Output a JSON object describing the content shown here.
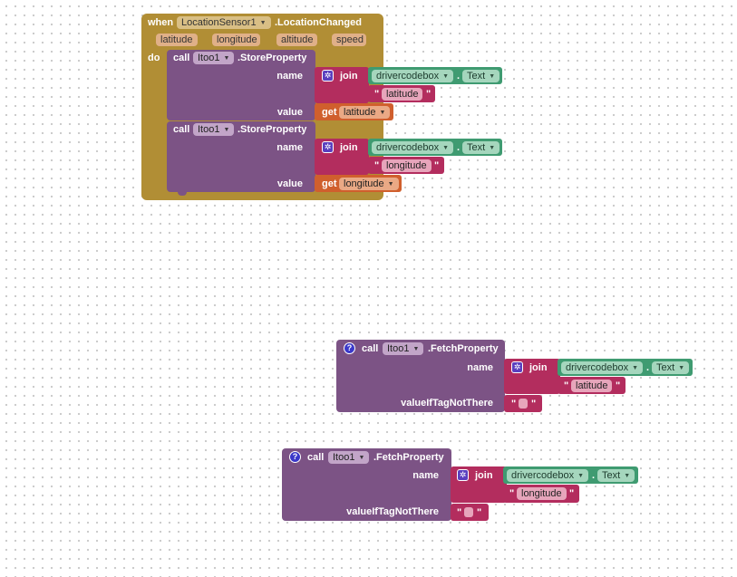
{
  "event": {
    "when": "when",
    "component": "LocationSensor1",
    "event_name": ".LocationChanged",
    "params": [
      "latitude",
      "longitude",
      "altitude",
      "speed"
    ],
    "do": "do"
  },
  "store1": {
    "call": "call",
    "component": "Itoo1",
    "method": ".StoreProperty",
    "name_label": "name",
    "value_label": "value",
    "join": "join",
    "textbox": "drivercodebox",
    "dot": ".",
    "field": "Text",
    "string": "latitude",
    "get": "get",
    "var": "latitude"
  },
  "store2": {
    "call": "call",
    "component": "Itoo1",
    "method": ".StoreProperty",
    "name_label": "name",
    "value_label": "value",
    "join": "join",
    "textbox": "drivercodebox",
    "dot": ".",
    "field": "Text",
    "string": "longitude",
    "get": "get",
    "var": "longitude"
  },
  "fetch1": {
    "help": "?",
    "call": "call",
    "component": "Itoo1",
    "method": ".FetchProperty",
    "name_label": "name",
    "value_label": "valueIfTagNotThere",
    "join": "join",
    "textbox": "drivercodebox",
    "dot": ".",
    "field": "Text",
    "string": "latitude"
  },
  "fetch2": {
    "help": "?",
    "call": "call",
    "component": "Itoo1",
    "method": ".FetchProperty",
    "name_label": "name",
    "value_label": "valueIfTagNotThere",
    "join": "join",
    "textbox": "drivercodebox",
    "dot": ".",
    "field": "Text",
    "string": "longitude"
  },
  "symbols": {
    "quote_open": "\"",
    "quote_close": "\"",
    "gear": "✲",
    "dropdown": "▼"
  },
  "colors": {
    "event": "#b18e35",
    "component_call": "#7c5385",
    "text": "#b32d5e",
    "textbox_getter": "#3f9b71",
    "variable_get": "#d05f2d"
  }
}
